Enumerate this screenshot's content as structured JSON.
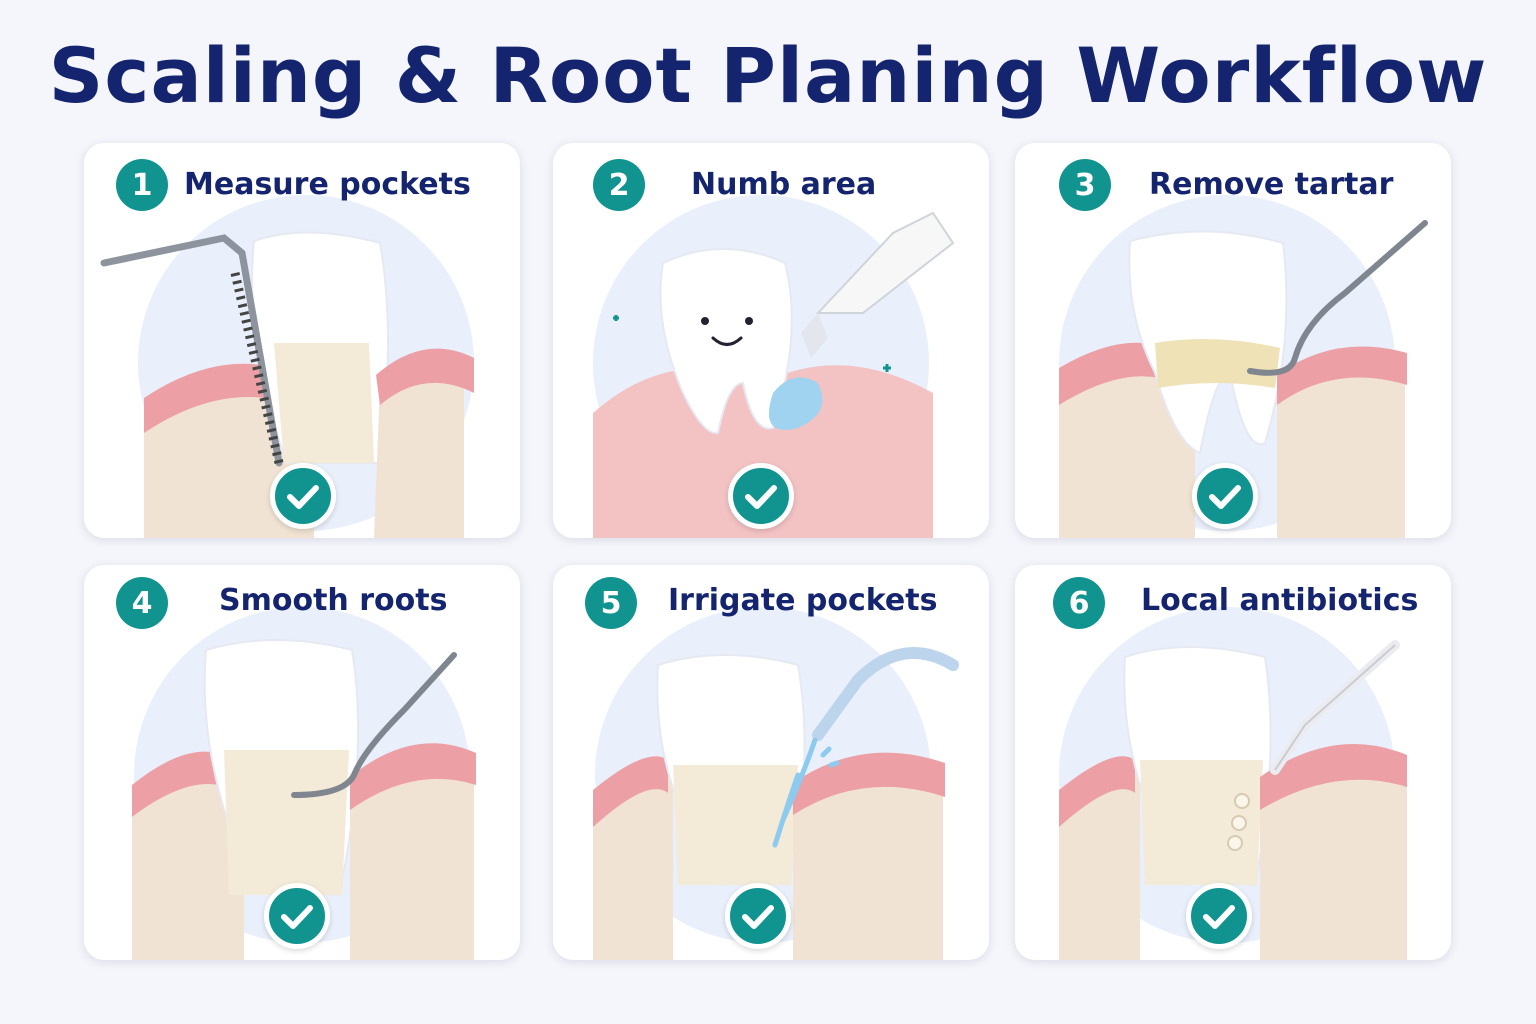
{
  "title": "Scaling & Root Planing Workflow",
  "colors": {
    "title": "#14246e",
    "accent_teal": "#11948f",
    "gum": "#ec9fa4",
    "bone": "#f2e6d8",
    "tooth": "#ffffff",
    "water": "#9fd3f0",
    "card": "#ffffff"
  },
  "steps": [
    {
      "number": "1",
      "label": "Measure pockets",
      "icon": "periodontal-probe-icon",
      "status": "complete"
    },
    {
      "number": "2",
      "label": "Numb area",
      "icon": "anesthetic-gel-icon",
      "status": "complete"
    },
    {
      "number": "3",
      "label": "Remove tartar",
      "icon": "scaler-icon",
      "status": "complete"
    },
    {
      "number": "4",
      "label": "Smooth roots",
      "icon": "curette-icon",
      "status": "complete"
    },
    {
      "number": "5",
      "label": "Irrigate pockets",
      "icon": "irrigation-tip-icon",
      "status": "complete"
    },
    {
      "number": "6",
      "label": "Local antibiotics",
      "icon": "antibiotic-applicator-icon",
      "status": "complete"
    }
  ]
}
